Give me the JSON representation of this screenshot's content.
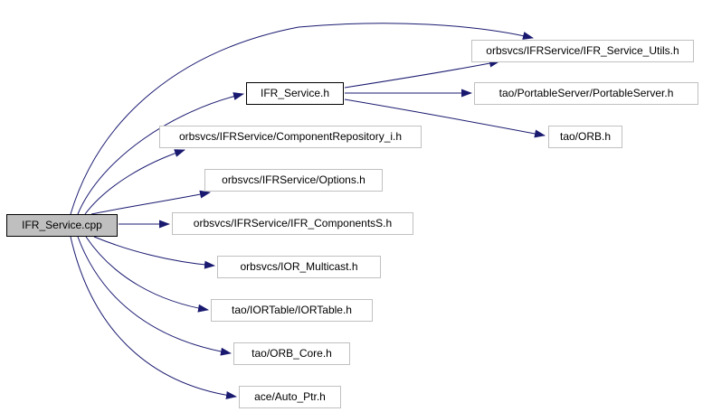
{
  "diagram": {
    "kind": "include-dependency-graph",
    "edge_color": "#191970",
    "root_fill_color": "#bfbfbf",
    "nodes": {
      "root": {
        "label": "IFR_Service.cpp"
      },
      "ifr_service_h": {
        "label": "IFR_Service.h"
      },
      "utils_h": {
        "label": "orbsvcs/IFRService/IFR_Service_Utils.h"
      },
      "portableserver": {
        "label": "tao/PortableServer/PortableServer.h"
      },
      "orb_h": {
        "label": "tao/ORB.h"
      },
      "comprepo_h": {
        "label": "orbsvcs/IFRService/ComponentRepository_i.h"
      },
      "options_h": {
        "label": "orbsvcs/IFRService/Options.h"
      },
      "components_h": {
        "label": "orbsvcs/IFRService/IFR_ComponentsS.h"
      },
      "multicast_h": {
        "label": "orbsvcs/IOR_Multicast.h"
      },
      "iortable_h": {
        "label": "tao/IORTable/IORTable.h"
      },
      "orb_core_h": {
        "label": "tao/ORB_Core.h"
      },
      "auto_ptr_h": {
        "label": "ace/Auto_Ptr.h"
      }
    },
    "edges": [
      {
        "from": "IFR_Service.cpp",
        "to": "orbsvcs/IFRService/IFR_Service_Utils.h"
      },
      {
        "from": "IFR_Service.cpp",
        "to": "IFR_Service.h"
      },
      {
        "from": "IFR_Service.cpp",
        "to": "orbsvcs/IFRService/ComponentRepository_i.h"
      },
      {
        "from": "IFR_Service.cpp",
        "to": "orbsvcs/IFRService/Options.h"
      },
      {
        "from": "IFR_Service.cpp",
        "to": "orbsvcs/IFRService/IFR_ComponentsS.h"
      },
      {
        "from": "IFR_Service.cpp",
        "to": "orbsvcs/IOR_Multicast.h"
      },
      {
        "from": "IFR_Service.cpp",
        "to": "tao/IORTable/IORTable.h"
      },
      {
        "from": "IFR_Service.cpp",
        "to": "tao/ORB_Core.h"
      },
      {
        "from": "IFR_Service.cpp",
        "to": "ace/Auto_Ptr.h"
      },
      {
        "from": "IFR_Service.h",
        "to": "orbsvcs/IFRService/IFR_Service_Utils.h"
      },
      {
        "from": "IFR_Service.h",
        "to": "tao/PortableServer/PortableServer.h"
      },
      {
        "from": "IFR_Service.h",
        "to": "tao/ORB.h"
      }
    ]
  }
}
